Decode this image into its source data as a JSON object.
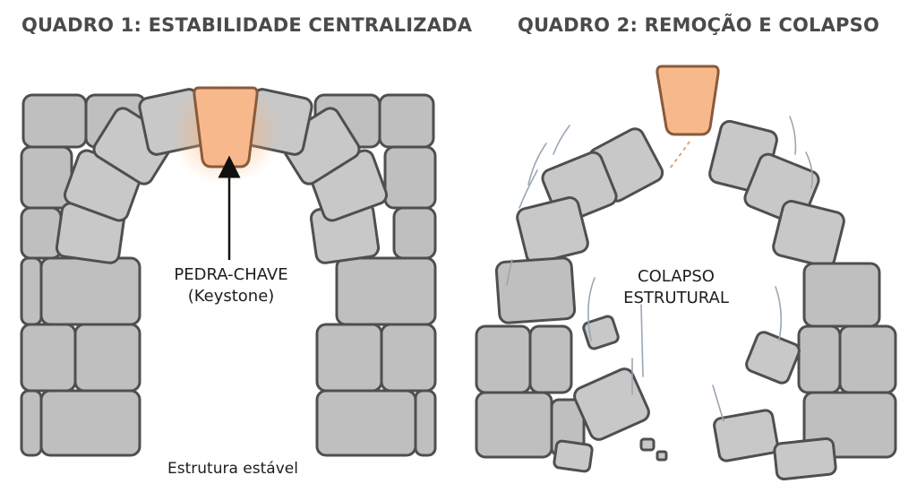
{
  "panel1": {
    "title": "QUADRO 1: ESTABILIDADE CENTRALIZADA",
    "keystone_label_line1": "PEDRA-CHAVE",
    "keystone_label_line2": "(Keystone)",
    "caption": "Estrutura estável"
  },
  "panel2": {
    "title": "QUADRO 2: REMOÇÃO E COLAPSO",
    "collapse_label_line1": "COLAPSO",
    "collapse_label_line2": "ESTRUTURAL"
  },
  "colors": {
    "stone": "#bfbfbf",
    "stone_outline": "#4f4f4f",
    "keystone": "#f7b98c",
    "keystone_glow": "#ffb070",
    "motion_lines": "#9aa7b3"
  }
}
